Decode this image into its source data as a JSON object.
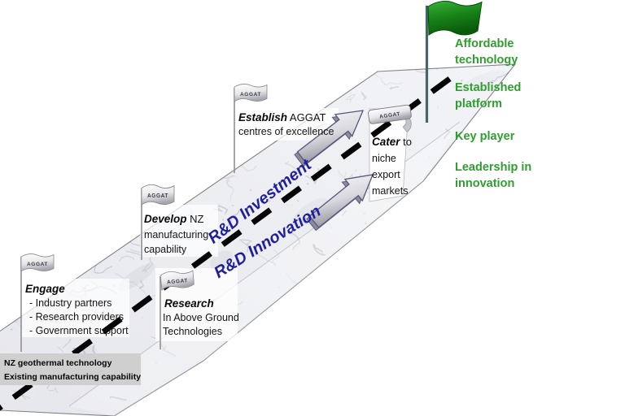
{
  "flags": {
    "label": "AGGAT"
  },
  "milestones": {
    "engage": {
      "title": "Engage",
      "items": [
        "- Industry partners",
        "- Research providers",
        "- Government support"
      ]
    },
    "develop": {
      "title": "Develop",
      "suffix": " NZ",
      "line2": "manufacturing",
      "line3": "capability"
    },
    "research": {
      "title": "Research",
      "line2": "In Above Ground",
      "line3": "Technologies"
    },
    "establish": {
      "title": "Establish",
      "suffix": " AGGAT",
      "line2": "centres of excellence"
    },
    "cater": {
      "title": "Cater",
      "suffix": " to",
      "line2": "niche",
      "line3": "export",
      "line4": "markets"
    }
  },
  "road": {
    "lane1_label": "R&D Investment",
    "lane2_label": "R&D Innovation"
  },
  "goals": {
    "affordable_l1": "Affordable",
    "affordable_l2": "technology",
    "platform_l1": "Established",
    "platform_l2": "platform",
    "key_player": "Key player",
    "leadership_l1": "Leadership in",
    "leadership_l2": "innovation"
  },
  "baseline": {
    "line1": "NZ geothermal technology",
    "line2": "Existing manufacturing capability"
  },
  "colors": {
    "goal_green": "#2f9e2f",
    "flag_green": "#1e8b1e",
    "road_label_blue": "#1f1f9e",
    "marble_base": "#edeef2",
    "baseline_box_gray": "#cfcfcf",
    "dash_black": "#000000"
  }
}
